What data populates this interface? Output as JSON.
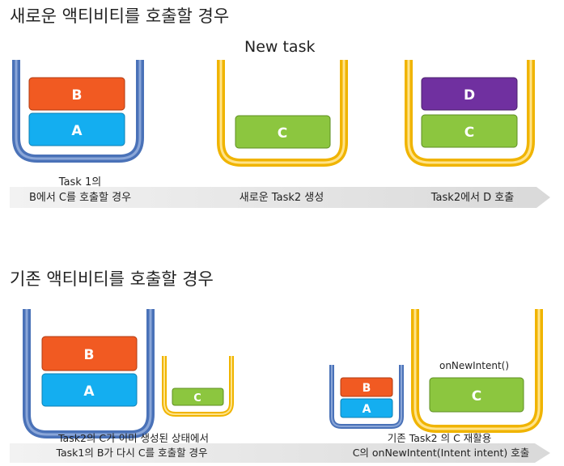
{
  "headings": {
    "new_activity": "새로운 액티비티를 호출할 경우",
    "existing_activity": "기존 액티비티를 호출할 경우",
    "new_task": "New task"
  },
  "top": {
    "task1": {
      "box_top": "B",
      "box_bottom": "A"
    },
    "task2": {
      "box": "C"
    },
    "task2_after": {
      "box_top": "D",
      "box_bottom": "C"
    },
    "captions": {
      "step1_line1": "Task 1의",
      "step1_line2": "B에서 C를 호출할 경우",
      "step2": "새로운 Task2 생성",
      "step3": "Task2에서 D 호출"
    }
  },
  "bottom": {
    "task1": {
      "box_top": "B",
      "box_bottom": "A"
    },
    "task2": {
      "box": "C"
    },
    "task1_small": {
      "box_top": "B",
      "box_bottom": "A"
    },
    "task2_large": {
      "box": "C",
      "method_label": "onNewIntent()"
    },
    "captions": {
      "left_line1": "Task2의 C가 이미 생성된 상태에서",
      "left_line2": "Task1의 B가 다시 C를 호출할 경우",
      "right_line1": "기존 Task2 의 C 재활용",
      "right_line2": "C의 onNewIntent(Intent intent) 호출"
    }
  },
  "colors": {
    "blue_stack": "#4a72b8",
    "yellow_stack": "#f0b400",
    "red_box": "#f15a22",
    "cyan_box": "#14aef0",
    "green_box": "#8cc63f",
    "purple_box": "#7030a0",
    "arrow": "#e0e0e0"
  }
}
